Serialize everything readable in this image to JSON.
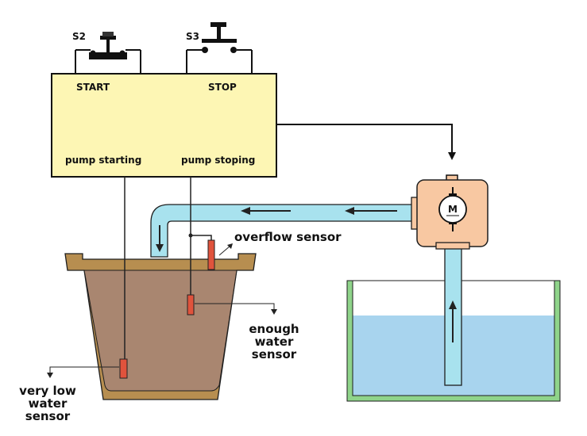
{
  "switches": {
    "start": {
      "name": "S2",
      "label": "START"
    },
    "stop": {
      "name": "S3",
      "label": "STOP"
    }
  },
  "controller": {
    "left_output": "pump starting",
    "right_output": "pump stoping"
  },
  "motor": {
    "symbol": "M"
  },
  "sensors": {
    "overflow": "overflow sensor",
    "enough": [
      "enough",
      "water",
      "sensor"
    ],
    "very_low": [
      "very low",
      "water",
      "sensor"
    ]
  },
  "colors": {
    "controller_fill": "#fdf6b4",
    "pipe": "#a8e2ee",
    "pot_rim": "#b78e50",
    "pot_soil": "#a98670",
    "tank_border": "#8fd48a",
    "tank_water": "#a8d4ee",
    "pump_fill": "#f8c8a2",
    "sensor": "#e0533c",
    "arrow": "#222222"
  }
}
